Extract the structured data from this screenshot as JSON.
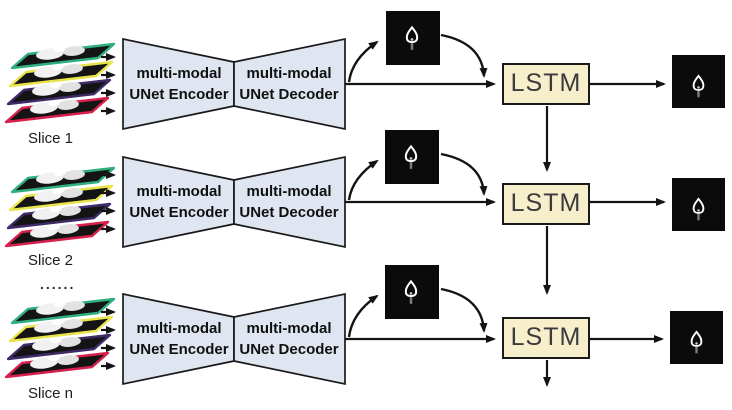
{
  "figure": {
    "rows": [
      {
        "slice_label": "Slice 1",
        "encoder": {
          "line1": "multi-modal",
          "line2": "UNet Encoder"
        },
        "decoder": {
          "line1": "multi-modal",
          "line2": "UNet Decoder"
        },
        "lstm_label": "LSTM"
      },
      {
        "slice_label": "Slice 2",
        "encoder": {
          "line1": "multi-modal",
          "line2": "UNet Encoder"
        },
        "decoder": {
          "line1": "multi-modal",
          "line2": "UNet Decoder"
        },
        "lstm_label": "LSTM"
      },
      {
        "slice_label": "Slice n",
        "encoder": {
          "line1": "multi-modal",
          "line2": "UNet Encoder"
        },
        "decoder": {
          "line1": "multi-modal",
          "line2": "UNet Decoder"
        },
        "lstm_label": "LSTM"
      }
    ],
    "ellipsis": "......",
    "colors": {
      "modality_borders": [
        "#d8204d",
        "#3f2a68",
        "#e9e44c",
        "#2fae7e"
      ],
      "sheet_fill": "#141414",
      "codec_fill": "#dfe6f1",
      "codec_border": "#1a1a1a",
      "lstm_fill": "#f7eecb",
      "lstm_border": "#1a1a1a",
      "lstm_text": "#3b3b3b",
      "arrow": "#141414",
      "mask_bg": "#0b0b0b",
      "blob_outline": "#ffffff"
    },
    "icons": {
      "mask_blob": "teardrop-mask-icon"
    }
  }
}
